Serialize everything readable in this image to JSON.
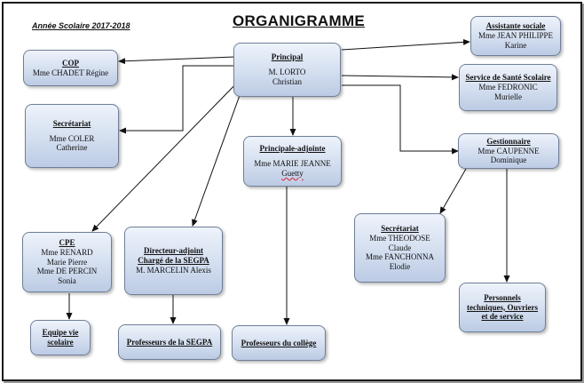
{
  "header": {
    "school_year": "Année Scolaire 2017-2018",
    "title": "ORGANIGRAMME"
  },
  "nodes": {
    "principal": {
      "role": "Principal",
      "names": [
        "M. LORTO",
        "Christian"
      ]
    },
    "cop": {
      "role": "COP",
      "names": [
        "Mme CHADET Régine"
      ]
    },
    "secretariat_left": {
      "role": "Secrétariat",
      "names": [
        "Mme COLER",
        "Catherine"
      ]
    },
    "assistante_sociale": {
      "role": "Assistante sociale",
      "names": [
        "Mme JEAN PHILIPPE",
        "Karine"
      ]
    },
    "service_sante": {
      "role": "Service de Santé Scolaire",
      "names": [
        "Mme FEDRONIC",
        "Murielle"
      ]
    },
    "principale_adjointe": {
      "role": "Principale-adjointe",
      "names": [
        "Mme MARIE JEANNE",
        "Guetty"
      ]
    },
    "gestionnaire": {
      "role": "Gestionnaire",
      "names": [
        "Mme CAUPENNE",
        "Dominique"
      ]
    },
    "cpe": {
      "role": "CPE",
      "names": [
        "Mme RENARD",
        "Marie Pierre",
        "Mme DE PERCIN",
        "Sonia"
      ]
    },
    "directeur_adjoint": {
      "role": "Directeur-adjoint Chargé de la SEGPA",
      "names": [
        "M. MARCELIN Alexis"
      ]
    },
    "secretariat_right": {
      "role": "Secrétariat",
      "names": [
        "Mme THEODOSE",
        "Claude",
        "Mme FANCHONNA",
        "Elodie"
      ]
    },
    "equipe_vie_scolaire": {
      "role": "Equipe vie scolaire",
      "names": []
    },
    "professeurs_segpa": {
      "role": "Professeurs de la SEGPA",
      "names": []
    },
    "professeurs_college": {
      "role": "Professeurs du collège",
      "names": []
    },
    "personnels_techniques": {
      "role": "Personnels techniques, Ouvriers et de service",
      "names": []
    }
  }
}
